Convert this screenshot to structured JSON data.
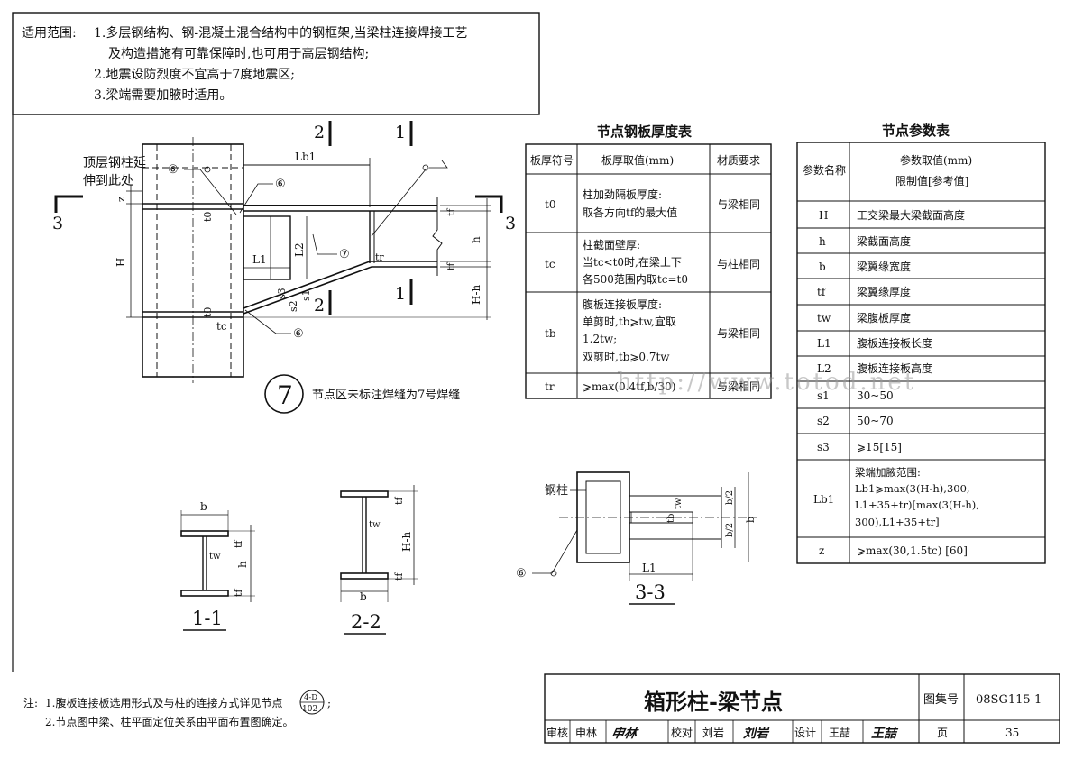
{
  "scope": {
    "label": "适用范围:",
    "lines": [
      "1.多层钢结构、钢-混凝土混合结构中的钢框架,当梁柱连接焊接工艺",
      "及构造措施有可靠保障时,也可用于高层钢结构;",
      "2.地震设防烈度不宜高于7度地震区;",
      "3.梁端需要加腋时适用。"
    ]
  },
  "elevation": {
    "top_note": [
      "顶层钢柱延",
      "伸到此处"
    ],
    "weld_note": "节点区未标注焊缝为7号焊缝",
    "detail_no": "7",
    "weld_markers": [
      "⑥",
      "⑥",
      "⑥",
      "⑦"
    ],
    "dims": {
      "Lb1": "Lb1",
      "L1": "L1",
      "L2": "L2",
      "z": "z",
      "H": "H",
      "h": "h",
      "Hh": "H-h",
      "tf1": "tf",
      "tf2": "tf",
      "t0a": "t0",
      "t0b": "t0",
      "tr": "tr",
      "tc": "tc",
      "s1": "s1",
      "s2": "s2",
      "s3": "s3"
    },
    "section_marks": {
      "s2": "2",
      "s1": "1",
      "s3": "3"
    }
  },
  "plate_table": {
    "title": "节点钢板厚度表",
    "headers": [
      "板厚符号",
      "板厚取值(mm)",
      "材质要求"
    ],
    "rows": [
      {
        "sym": "t0",
        "val": [
          "柱加劲隔板厚度:",
          "取各方向tf的最大值"
        ],
        "mat": "与梁相同"
      },
      {
        "sym": "tc",
        "val": [
          "柱截面壁厚:",
          "当tc<t0时,在梁上下",
          "各500范围内取tc=t0"
        ],
        "mat": "与柱相同"
      },
      {
        "sym": "tb",
        "val": [
          "腹板连接板厚度:",
          "单剪时,tb⩾tw,宜取",
          "1.2tw;",
          "双剪时,tb⩾0.7tw"
        ],
        "mat": "与梁相同"
      },
      {
        "sym": "tr",
        "val": [
          "⩾max(0.4tf,b/30)"
        ],
        "mat": "与梁相同"
      }
    ]
  },
  "param_table": {
    "title": "节点参数表",
    "headers": [
      "参数名称",
      "参数取值(mm)",
      "限制值[参考值]"
    ],
    "rows": [
      {
        "name": "H",
        "val": [
          "工交梁最大梁截面高度"
        ]
      },
      {
        "name": "h",
        "val": [
          "梁截面高度"
        ]
      },
      {
        "name": "b",
        "val": [
          "梁翼缘宽度"
        ]
      },
      {
        "name": "tf",
        "val": [
          "梁翼缘厚度"
        ]
      },
      {
        "name": "tw",
        "val": [
          "梁腹板厚度"
        ]
      },
      {
        "name": "L1",
        "val": [
          "腹板连接板长度"
        ]
      },
      {
        "name": "L2",
        "val": [
          "腹板连接板高度"
        ]
      },
      {
        "name": "s1",
        "val": [
          "30~50"
        ]
      },
      {
        "name": "s2",
        "val": [
          "50~70"
        ]
      },
      {
        "name": "s3",
        "val": [
          "⩾15[15]"
        ]
      },
      {
        "name": "Lb1",
        "val": [
          "梁端加腋范围:",
          "Lb1⩾max(3(H-h),300,",
          "L1+35+tr)[max(3(H-h),",
          "300),L1+35+tr]"
        ]
      },
      {
        "name": "z",
        "val": [
          "⩾max(30,1.5tc) [60]"
        ]
      }
    ]
  },
  "watermark": "http://www.totod.net",
  "sec11": {
    "label": "1-1",
    "b": "b",
    "tf1": "tf",
    "tf2": "tf",
    "tw": "tw",
    "h": "h"
  },
  "sec22": {
    "label": "2-2",
    "b": "b",
    "tf1": "tf",
    "tf2": "tf",
    "tw": "tw",
    "Hh": "H-h"
  },
  "sec33": {
    "label": "3-3",
    "column": "钢柱",
    "tb": "tb",
    "tw": "tw",
    "b1": "b/2",
    "b2": "b/2",
    "b": "b",
    "L1": "L1",
    "weld": "⑥"
  },
  "notes": {
    "prefix": "注:",
    "line1": "1.腹板连接板选用形式及与柱的连接方式详见节点",
    "ref_top": "4-D",
    "ref_bottom": "102",
    "line1_end": ";",
    "line2": "2.节点图中梁、柱平面定位关系由平面布置图确定。"
  },
  "title_block": {
    "title": "箱形柱-梁节点",
    "atlas_label": "图集号",
    "atlas_no": "08SG115-1",
    "review_label": "审核",
    "review_name": "申林",
    "review_sign": "申林",
    "check_label": "校对",
    "check_name": "刘岩",
    "check_sign": "刘岩",
    "design_label": "设计",
    "design_name": "王喆",
    "design_sign": "王喆",
    "page_label": "页",
    "page_no": "35"
  }
}
